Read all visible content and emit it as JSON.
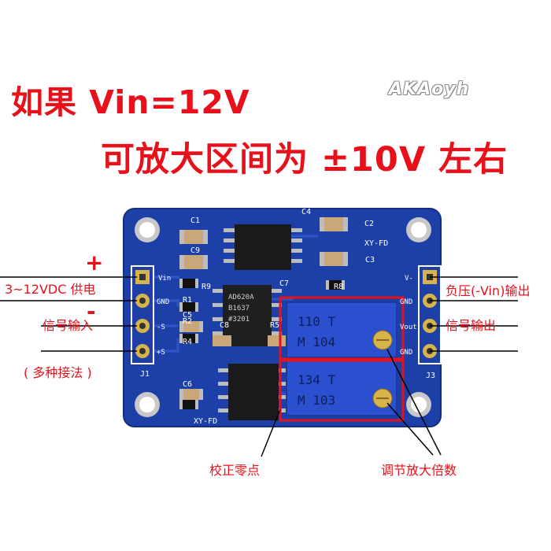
{
  "headline": {
    "line1": "如果 Vin=12V",
    "line2": "可放大区间为 ±10V 左右"
  },
  "watermark": "AKAoyh",
  "labels": {
    "plus": "+",
    "supply": "3~12VDC 供电",
    "minus": "-",
    "signal_in": "信号输入",
    "methods": "( 多种接法 )",
    "neg_voltage": "负压(-Vin)输出",
    "signal_out": "信号输出",
    "zero": "校正零点",
    "gain": "调节放大倍数"
  },
  "board": {
    "model": "XY-FD",
    "silkscreen": {
      "c1": "C1",
      "c2": "C2",
      "c3": "C3",
      "c4": "C4",
      "c5": "C5",
      "c6": "C6",
      "c7": "C7",
      "c8": "C8",
      "c9": "C9",
      "r1": "R1",
      "r2": "R2",
      "r4": "R4",
      "r5": "R5",
      "r8": "R8",
      "r9": "R9",
      "j1": "J1",
      "j3": "J3",
      "vin": "Vin",
      "gnd_left": "GND",
      "neg_s": "-S",
      "pos_s": "+S",
      "v_neg": "V-",
      "gnd_right": "GND",
      "vout": "Vout",
      "gnd_right2": "GND"
    },
    "ic_marking": [
      "AD620A",
      "B1637",
      "#3201"
    ],
    "pot_top": [
      "110 T",
      "M 104"
    ],
    "pot_bottom": [
      "134 T",
      "M 103"
    ]
  },
  "colors": {
    "board": "#1d3fa8",
    "annotation": "#e8101a",
    "pot_body": "#2a4fcf",
    "pad_gold": "#d8b24a"
  }
}
